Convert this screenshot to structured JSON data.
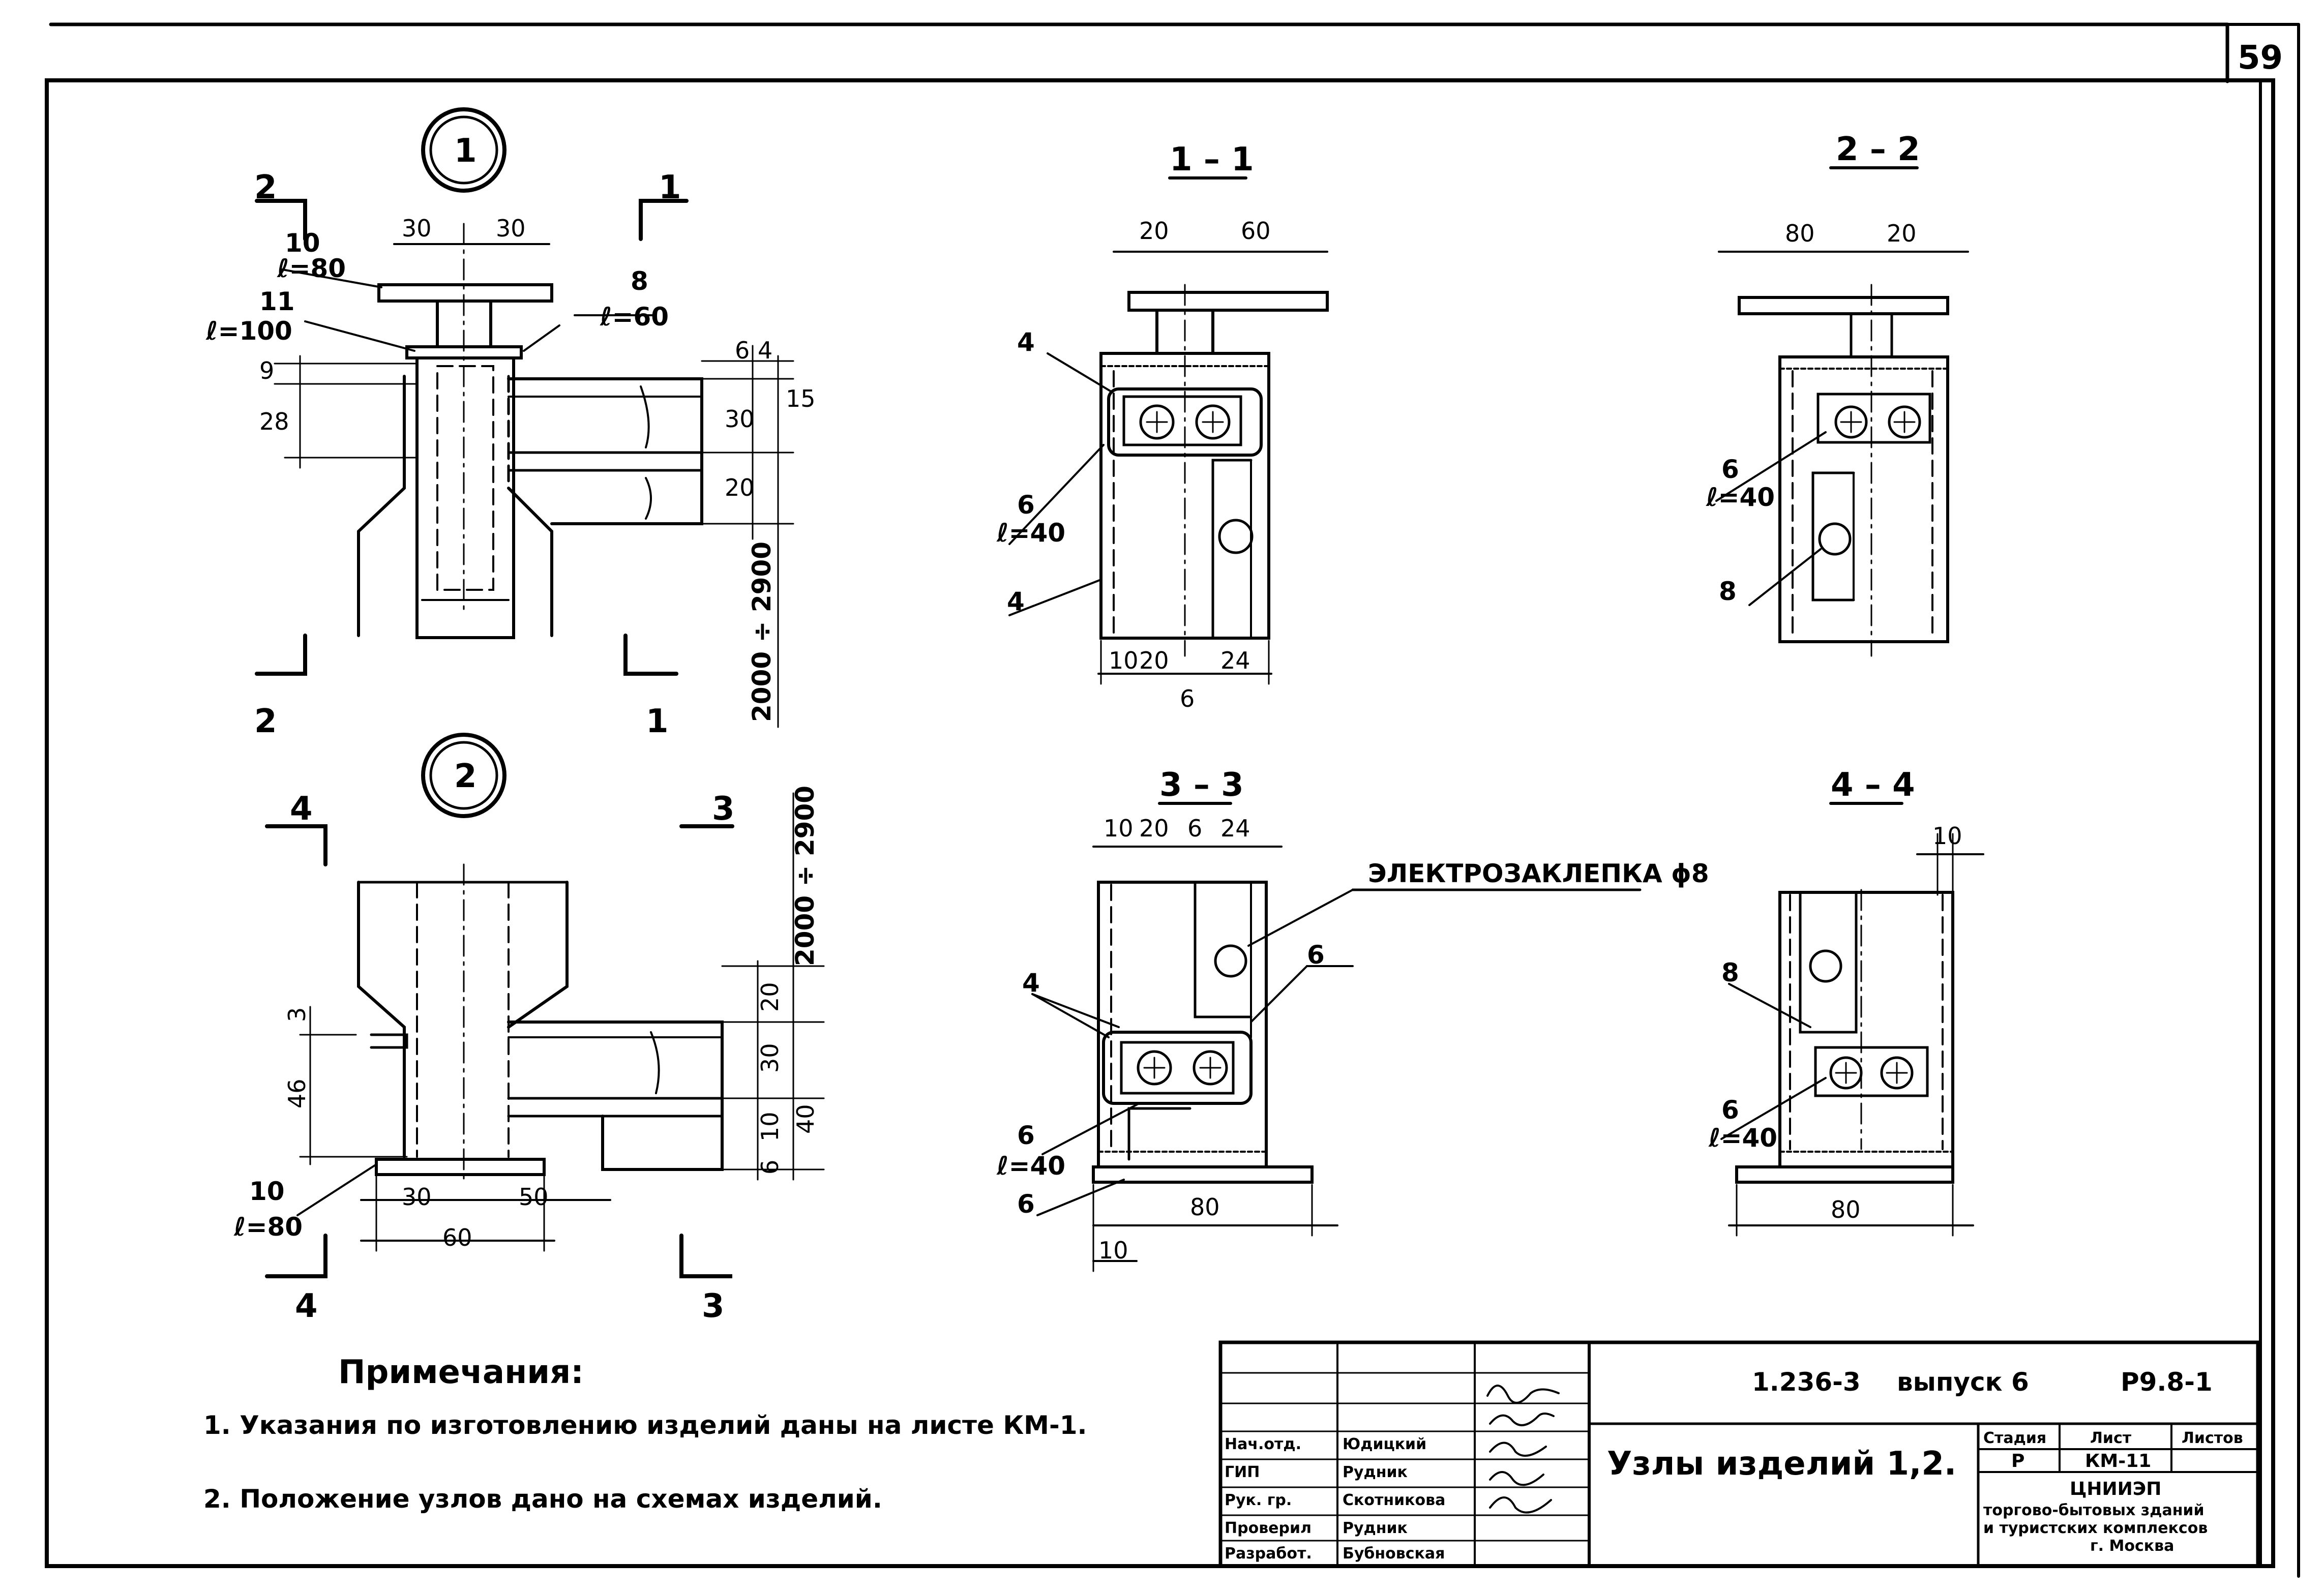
{
  "sheet_number": "59",
  "nodes": {
    "node1": {
      "mark": "1",
      "cut_left": "2",
      "cut_right": "1",
      "dim_30a": "30",
      "dim_30b": "30",
      "part10": "10",
      "part10_l": "ℓ=80",
      "part11": "11",
      "part11_l": "ℓ=100",
      "part8": "8",
      "part8_l": "ℓ=60",
      "dim_6": "6",
      "dim_4": "4",
      "dim_30v": "30",
      "dim_20v": "20",
      "dim_15": "15",
      "dim_28": "28",
      "dim_9": "9",
      "range": "2000 ÷ 2900"
    },
    "node2": {
      "mark": "2",
      "cut_left": "4",
      "cut_right": "3",
      "range": "2000 ÷ 2900",
      "dim_20v": "20",
      "dim_30v": "30",
      "dim_10v": "10",
      "dim_6v": "6",
      "dim_40v": "40",
      "dim_46": "46",
      "dim_3": "3",
      "part10": "10",
      "part10_l": "ℓ=80",
      "dim_30": "30",
      "dim_50": "50",
      "dim_60": "60"
    }
  },
  "sections": {
    "s11": {
      "title": "1 – 1",
      "dim_20": "20",
      "dim_60": "60",
      "p4a": "4",
      "p4b": "4",
      "p6": "6",
      "p6_l": "ℓ=40",
      "dim_10": "10",
      "dim_20b": "20",
      "dim_24": "24",
      "dim_6": "6"
    },
    "s22": {
      "title": "2 – 2",
      "dim_80": "80",
      "dim_20": "20",
      "p6": "6",
      "p6_l": "ℓ=40",
      "p8": "8"
    },
    "s33": {
      "title": "3 – 3",
      "dim_10": "10",
      "dim_20": "20",
      "dim_6": "6",
      "dim_24": "24",
      "weld": "ЭЛЕКТРОЗАКЛЕПКА ϕ8",
      "p6a": "6",
      "p4": "4",
      "p6b": "6",
      "p6b_l": "ℓ=40",
      "p6c": "6",
      "dim_80": "80",
      "dim_10b": "10"
    },
    "s44": {
      "title": "4 – 4",
      "dim_10": "10",
      "p8": "8",
      "p6": "6",
      "p6_l": "ℓ=40",
      "dim_80": "80"
    }
  },
  "notes": {
    "heading": "Примечания:",
    "items": [
      "1. Указания по изготовлению изделий даны на листе КМ-1.",
      "2. Положение узлов дано на схемах изделий."
    ]
  },
  "title_block": {
    "doc": "1.236-3",
    "issue": "выпуск 6",
    "code": "Р9.8-1",
    "drawing_title": "Узлы изделий 1,2.",
    "stage_label": "Стадия",
    "sheet_label": "Лист",
    "sheets_label": "Листов",
    "stage": "Р",
    "sheet": "КМ-11",
    "sheets": "",
    "org_line1": "ЦНИИЭП",
    "org_line2": "торгово-бытовых зданий",
    "org_line3": "и туристских комплексов",
    "org_line4": "г. Москва",
    "signers": [
      {
        "role": "Нач.отд.",
        "name": "Юдицкий"
      },
      {
        "role": "ГИП",
        "name": "Рудник"
      },
      {
        "role": "Рук. гр.",
        "name": "Скотникова"
      },
      {
        "role": "Проверил",
        "name": "Рудник"
      },
      {
        "role": "Разработ.",
        "name": "Бубновская"
      }
    ]
  }
}
